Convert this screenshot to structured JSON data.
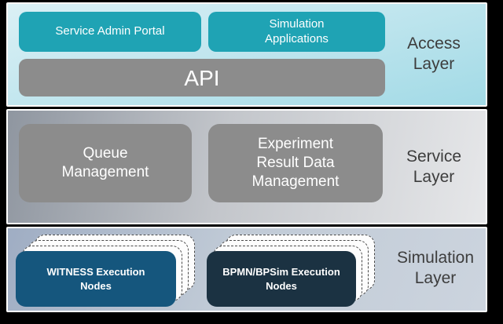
{
  "colors": {
    "canvas_frame": "#000000",
    "band_border": "#ffffff",
    "teal_box": "#1fa3b4",
    "gray_box": "#8c8c8c",
    "witness_box": "#15567d",
    "bpmn_box": "#1b3242",
    "ghost_card_fill": "#fdfdfd",
    "ghost_card_border": "#4a4a4a",
    "box_text": "#ffffff",
    "label_text": "#3d3d3d",
    "access_bg_start": "#dbf0f5",
    "access_bg_end": "#a2dae6",
    "service_bg_start": "#8f96a0",
    "service_bg_end": "#e6e7e9",
    "simulation_bg_start": "#9fadc3",
    "simulation_bg_end": "#ccd4de"
  },
  "layers": {
    "access": {
      "label": "Access\nLayer",
      "boxes": {
        "portal": "Service Admin Portal",
        "sim_apps": "Simulation\nApplications",
        "api": "API"
      }
    },
    "service": {
      "label": "Service\nLayer",
      "boxes": {
        "queue": "Queue\nManagement",
        "experiment": "Experiment\nResult Data\nManagement"
      }
    },
    "simulation": {
      "label": "Simulation\nLayer",
      "stacks": {
        "witness": "WITNESS Execution\nNodes",
        "bpmn": "BPMN/BPSim Execution\nNodes"
      }
    }
  }
}
